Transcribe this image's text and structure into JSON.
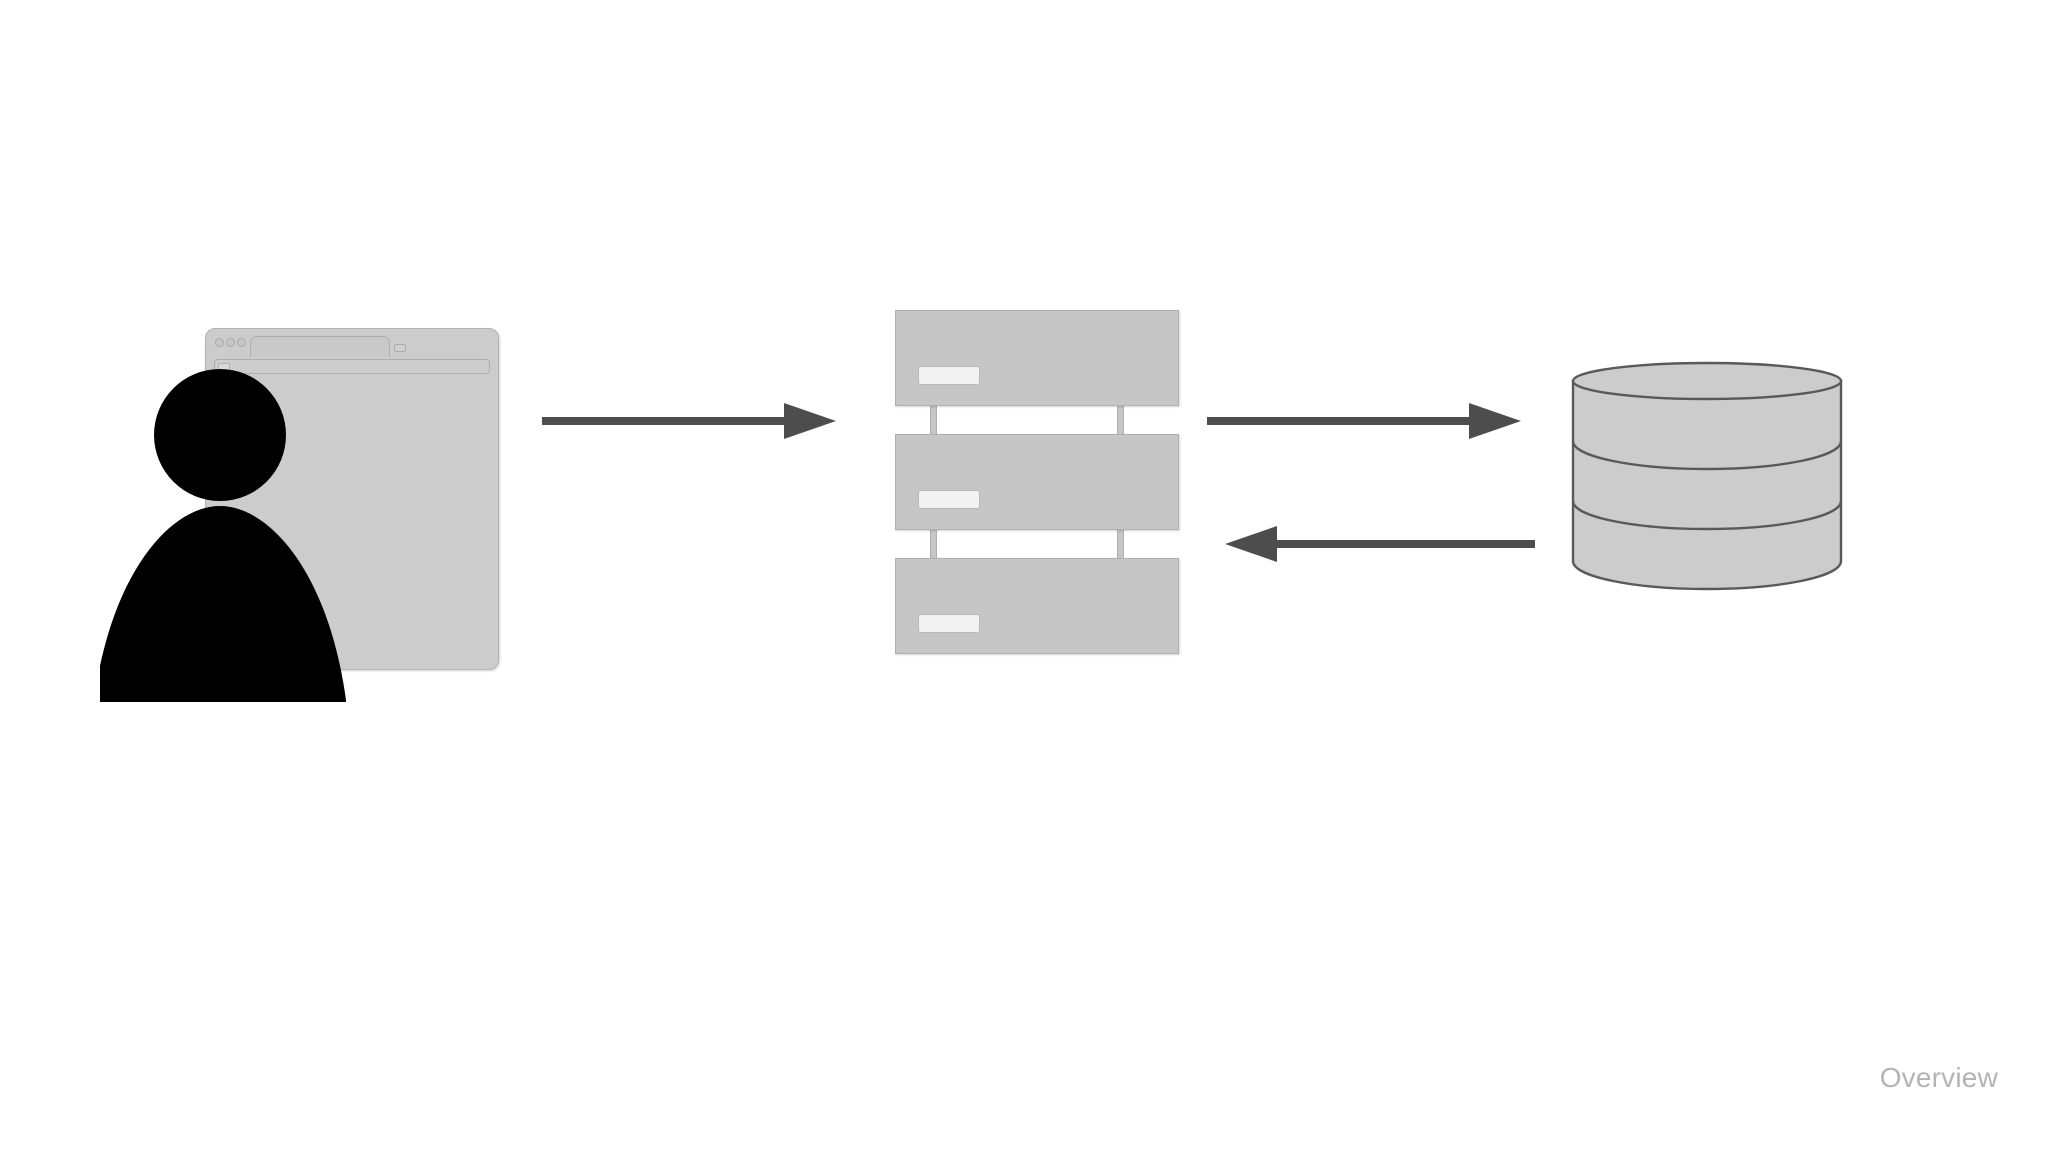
{
  "diagram": {
    "caption": "Overview",
    "background_color": "#ffffff",
    "nodes": [
      {
        "id": "client",
        "name": "client",
        "icon": "user-browser-icon",
        "label": "",
        "shape_color": "#cccccc",
        "outline_color": "#b3b3b3",
        "person_color": "#000000"
      },
      {
        "id": "server",
        "name": "server-rack",
        "icon": "server-rack-icon",
        "label": "",
        "unit_count": 3,
        "shape_color": "#c6c6c6",
        "outline_color": "#b0b0b0",
        "led_color": "#f2f2f2"
      },
      {
        "id": "database",
        "name": "database",
        "icon": "database-cylinder-icon",
        "label": "",
        "shape_color": "#cccccc",
        "outline_color": "#595959",
        "band_count": 3
      }
    ],
    "connectors": [
      {
        "id": "client-to-server",
        "name": "arrow-client-to-server",
        "from": "client",
        "to": "server",
        "direction": "right",
        "label": "",
        "color": "#4d4d4d"
      },
      {
        "id": "server-to-database",
        "name": "arrow-server-to-database",
        "from": "server",
        "to": "database",
        "direction": "right",
        "label": "",
        "color": "#4d4d4d"
      },
      {
        "id": "database-to-server",
        "name": "arrow-database-to-server",
        "from": "database",
        "to": "server",
        "direction": "left",
        "label": "",
        "color": "#4d4d4d"
      }
    ]
  }
}
